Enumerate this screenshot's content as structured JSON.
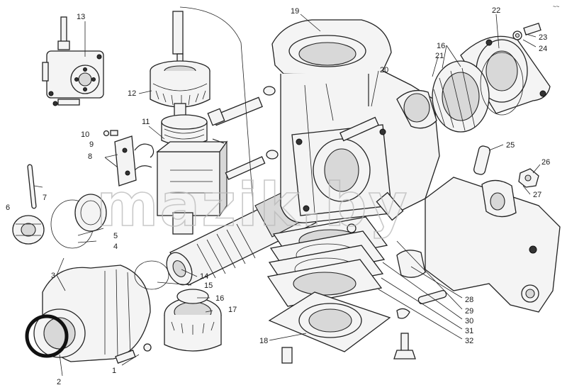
{
  "watermark": "mazik.by",
  "corner_mark": "~~",
  "callouts": [
    "1",
    "2",
    "3",
    "4",
    "5",
    "6",
    "7",
    "8",
    "9",
    "10",
    "11",
    "12",
    "13",
    "14",
    "15",
    "16",
    "16",
    "16",
    "17",
    "18",
    "19",
    "20",
    "21",
    "22",
    "23",
    "24",
    "25",
    "26",
    "27",
    "28",
    "29",
    "30",
    "31",
    "32"
  ]
}
